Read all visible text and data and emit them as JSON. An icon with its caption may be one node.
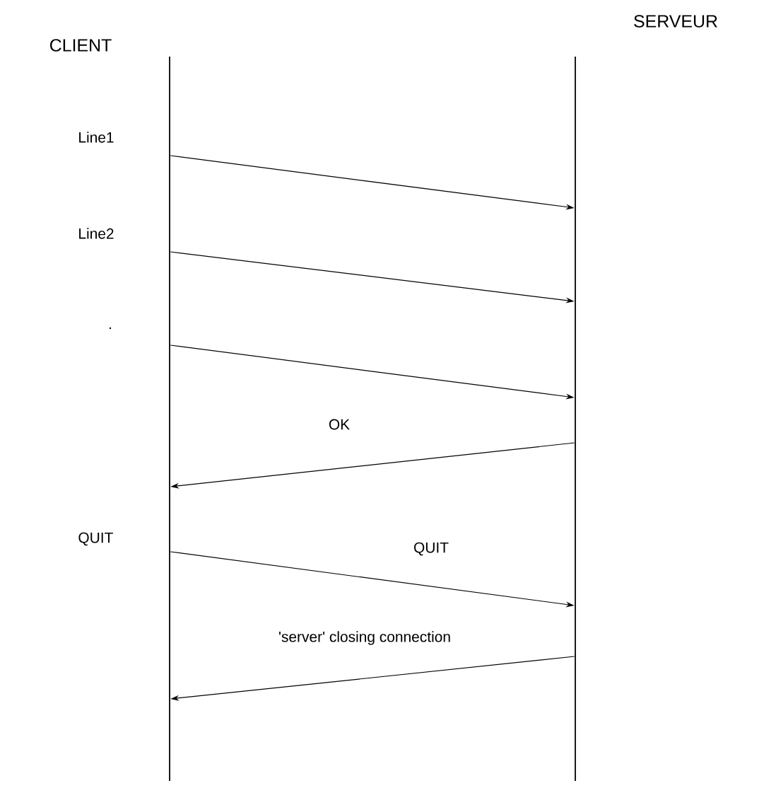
{
  "diagram": {
    "nodes": [
      {
        "text": [
          "CLIENT"
        ]
      },
      {
        "text": [
          "SERVEUR"
        ]
      },
      {
        "text": [],
        "shape": "bar"
      },
      {
        "text": [],
        "shape": "bar"
      }
    ],
    "edges": [
      {
        "from": 2,
        "to": 3,
        "arrow": "to",
        "label": "Line1"
      },
      {
        "from": 2,
        "to": 3,
        "arrow": "to",
        "label": "Line2"
      },
      {
        "from": 2,
        "to": 3,
        "arrow": "to",
        "label": "."
      },
      {
        "from": 3,
        "to": 2,
        "arrow": "to",
        "label": "OK"
      },
      {
        "from": 2,
        "to": 3,
        "arrow": "to",
        "label": "QUIT"
      },
      {
        "from": 3,
        "to": 2,
        "arrow": "to",
        "label": "'server' closing connection"
      }
    ],
    "labels": [
      "QUIT"
    ]
  }
}
